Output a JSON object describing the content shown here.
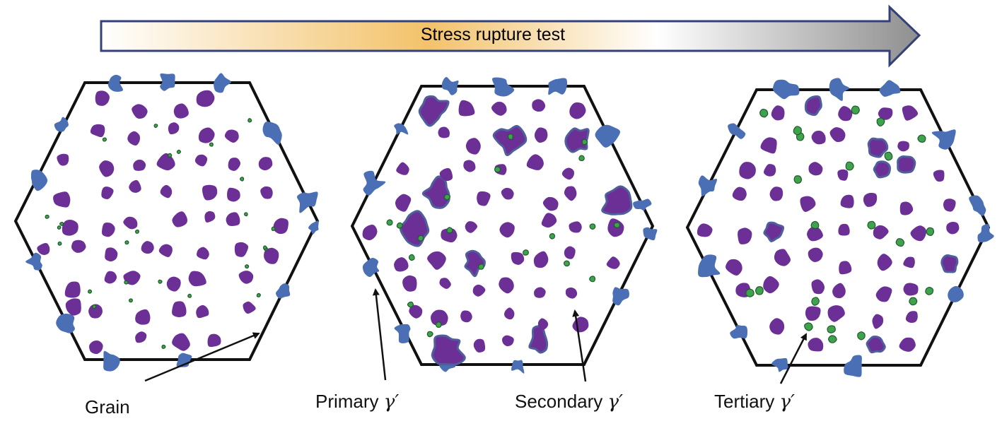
{
  "process_arrow": {
    "label": "Stress rupture test"
  },
  "labels": {
    "grain": "Grain",
    "primary": "Primary",
    "secondary": "Secondary",
    "tertiary": "Tertiary",
    "gamma_prime": "γ′"
  },
  "colors": {
    "outline": "#111111",
    "boundary_phase": "#4a6fb5",
    "primary_gamma_prime": "#6b2f96",
    "secondary_gamma_prime": "#4e5f9c",
    "tertiary_gamma_prime": "#3fa34d",
    "arrow_gradient": [
      "#ffffff",
      "#f3c26a",
      "#ffffff",
      "#8a8a8a"
    ]
  }
}
